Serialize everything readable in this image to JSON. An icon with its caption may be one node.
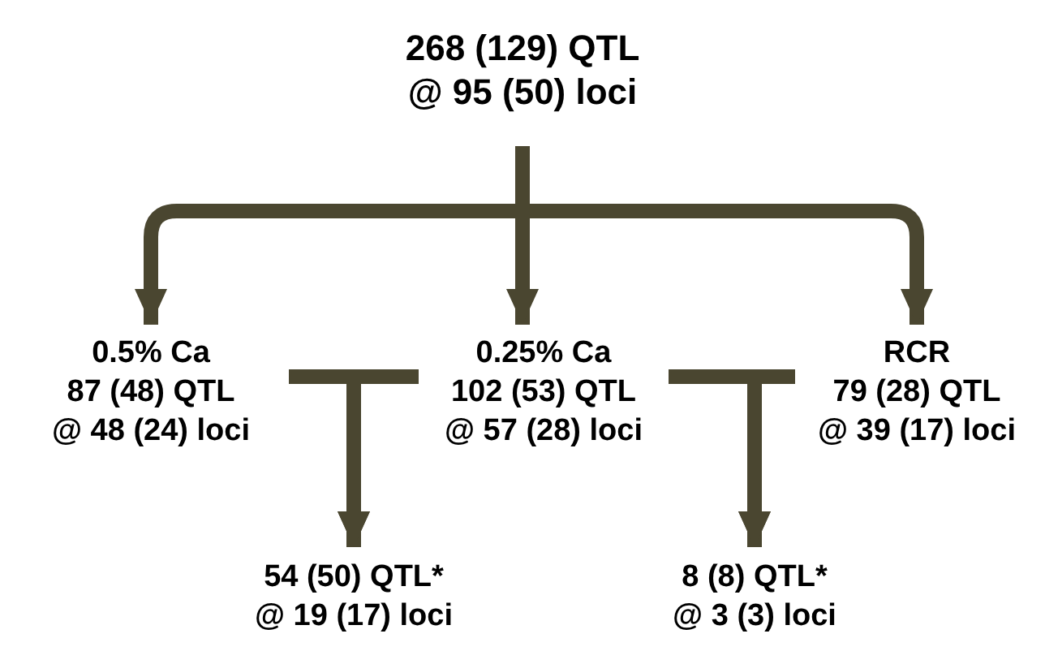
{
  "diagram": {
    "nodes": [
      {
        "text": [
          "268 (129) QTL",
          "@ 95 (50) loci"
        ]
      },
      {
        "text": [
          "0.5% Ca",
          "87 (48) QTL",
          "@ 48 (24) loci"
        ]
      },
      {
        "text": [
          "0.25% Ca",
          "102 (53) QTL",
          "@ 57 (28) loci"
        ]
      },
      {
        "text": [
          "RCR",
          "79 (28) QTL",
          "@ 39 (17) loci"
        ]
      },
      {
        "text": [
          "54 (50) QTL*",
          "@ 19 (17) loci"
        ]
      },
      {
        "text": [
          "8 (8) QTL*",
          "@ 3 (3) loci"
        ]
      }
    ],
    "edges": [
      {
        "from": 0,
        "to": 1,
        "arrow": "to"
      },
      {
        "from": 0,
        "to": 2,
        "arrow": "to"
      },
      {
        "from": 0,
        "to": 3,
        "arrow": "to"
      },
      {
        "from": 1,
        "to": 4,
        "arrow": "to"
      },
      {
        "from": 2,
        "to": 4,
        "arrow": "to"
      },
      {
        "from": 2,
        "to": 5,
        "arrow": "to"
      },
      {
        "from": 3,
        "to": 5,
        "arrow": "to"
      }
    ]
  }
}
